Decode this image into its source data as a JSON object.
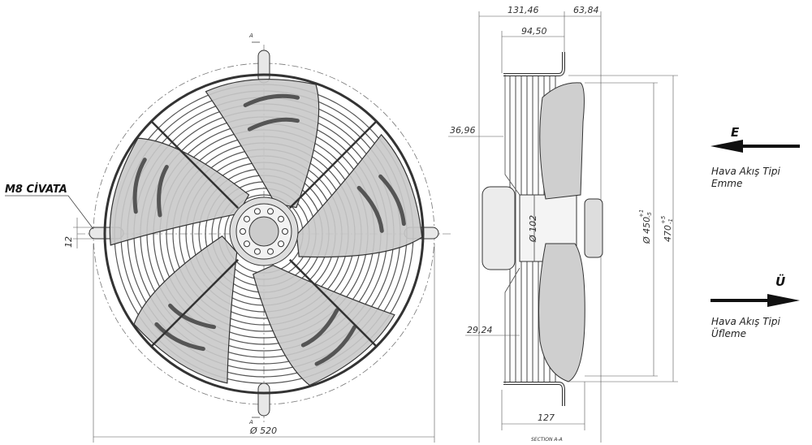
{
  "front_view": {
    "bolt_label": "M8 CİVATA",
    "section_marker": "A",
    "dim_bolt_offset": "12",
    "dim_outer_diameter": "Ø 520"
  },
  "side_view": {
    "dim_overall_depth": "131,46",
    "dim_front_offset": "63,84",
    "dim_guard_depth": "94,50",
    "dim_36": "36,96",
    "dim_29": "29,24",
    "dim_hub": "Ø 102",
    "dim_blade_diameter": "Ø 450",
    "dim_blade_tol_plus": "+1",
    "dim_blade_tol_minus": "-5",
    "dim_mount_diameter": "470",
    "dim_mount_tol_plus": "+5",
    "dim_mount_tol_minus": "-1",
    "dim_depth_bottom": "127",
    "section_caption": "SECTION A-A"
  },
  "legend": {
    "suction": {
      "letter": "E",
      "line1": "Hava Akış Tipi",
      "line2": "Emme"
    },
    "blowing": {
      "letter": "Ü",
      "line1": "Hava Akış Tipi",
      "line2": "Üfleme"
    }
  },
  "colors": {
    "blade": "#c9c9c9",
    "line": "#333333"
  }
}
